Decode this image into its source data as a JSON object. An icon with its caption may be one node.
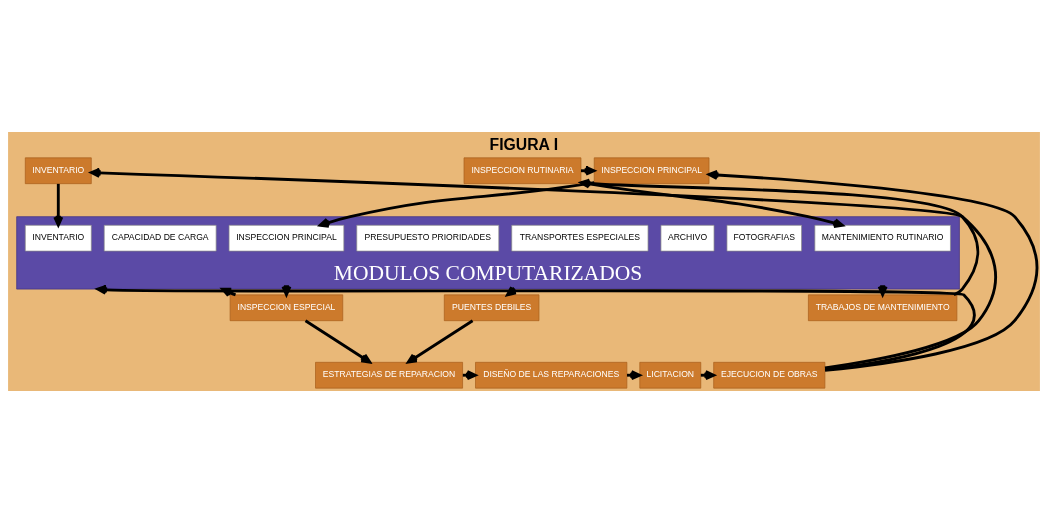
{
  "diagram": {
    "title": "FIGURA I",
    "nodes": [
      {
        "text": [
          "INVENTARIO"
        ]
      },
      {
        "text": [
          "INSPECCION PRINCIPAL"
        ]
      },
      {
        "text": [
          "INSPECCION RUTINARIA"
        ]
      },
      {
        "text": [
          "MODULOS COMPUTARIZADOS"
        ]
      },
      {
        "text": [
          "INVENTARIO"
        ],
        "in": 3
      },
      {
        "text": [
          "INSPECCION PRINCIPAL"
        ],
        "in": 3
      },
      {
        "text": [
          "PRESUPUESTO PRIORIDADES"
        ],
        "in": 3
      },
      {
        "text": [
          "CAPACIDAD DE CARGA"
        ],
        "in": 3
      },
      {
        "text": [
          "TRANSPORTES ESPECIALES"
        ],
        "in": 3
      },
      {
        "text": [
          "ARCHIVO"
        ],
        "in": 3
      },
      {
        "text": [
          "FOTOGRAFIAS"
        ],
        "in": 3
      },
      {
        "text": [
          "MANTENIMIENTO RUTINARIO"
        ],
        "in": 3
      },
      {
        "text": [
          "INSPECCION ESPECIAL"
        ]
      },
      {
        "text": [
          "PUENTES DEBILES"
        ]
      },
      {
        "text": [
          "TRABAJOS DE MANTENIMIENTO"
        ]
      },
      {
        "text": [
          "ESTRATEGIAS DE REPARACION"
        ]
      },
      {
        "text": [
          "DISEÑO DE LAS REPARACIONES"
        ]
      },
      {
        "text": [
          "LICITACION"
        ]
      },
      {
        "text": [
          "EJECUCION DE OBRAS"
        ]
      }
    ],
    "edges": [
      {
        "from": 18,
        "to": 0,
        "arrow": "to"
      },
      {
        "from": 18,
        "to": 1,
        "arrow": "to"
      },
      {
        "from": 18,
        "to": 3,
        "arrow": "to"
      },
      {
        "from": 0,
        "to": 4,
        "arrow": "to"
      },
      {
        "from": 1,
        "to": 5,
        "arrow": "to"
      },
      {
        "from": 2,
        "to": 1,
        "arrow": "to"
      },
      {
        "from": 2,
        "to": 11,
        "arrow": "to"
      },
      {
        "from": 3,
        "to": 12,
        "arrow": "to"
      },
      {
        "from": 12,
        "to": 3,
        "arrow": "to"
      },
      {
        "from": 3,
        "to": 13,
        "arrow": "to"
      },
      {
        "from": 3,
        "to": 14,
        "arrow": "to"
      },
      {
        "from": 14,
        "to": 2,
        "arrow": "to"
      },
      {
        "from": 12,
        "to": 15,
        "arrow": "to"
      },
      {
        "from": 13,
        "to": 15,
        "arrow": "to"
      },
      {
        "from": 15,
        "to": 16,
        "arrow": "to"
      },
      {
        "from": 16,
        "to": 17,
        "arrow": "to"
      },
      {
        "from": 17,
        "to": 18,
        "arrow": "to"
      }
    ]
  }
}
